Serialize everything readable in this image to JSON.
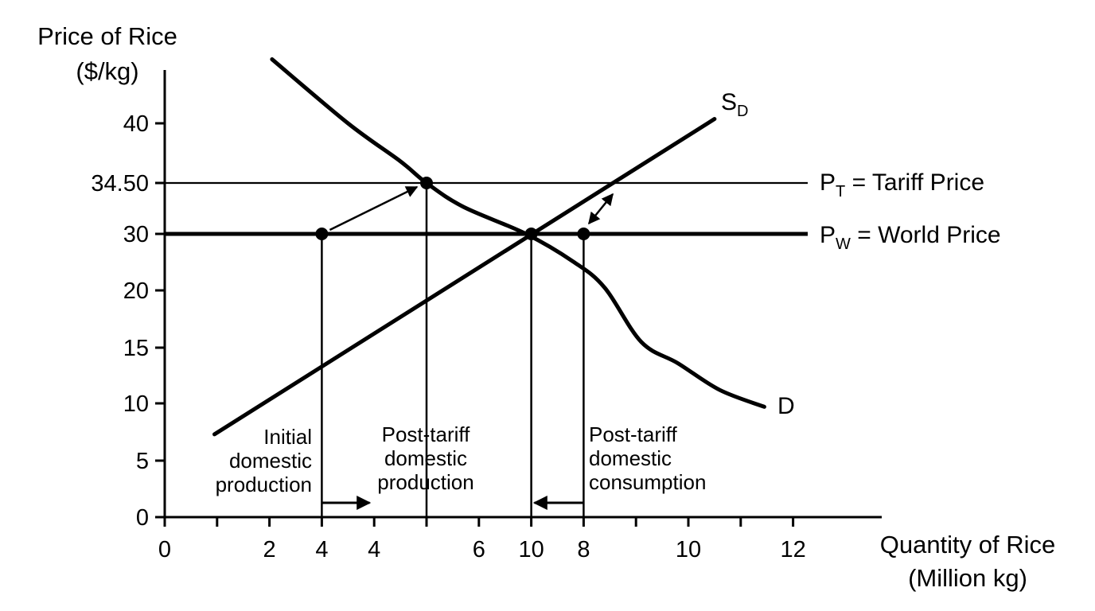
{
  "chart_data": {
    "type": "line",
    "ylabel_lines": [
      "Price of Rice",
      "($/kg)"
    ],
    "xlabel_lines": [
      "Quantity of Rice",
      "(Million kg)"
    ],
    "y_ticks": [
      "0",
      "5",
      "10",
      "15",
      "20",
      "30",
      "34.50",
      "40"
    ],
    "x_ticks": [
      "0",
      "2",
      "4",
      "4",
      "6",
      "10",
      "8",
      "10",
      "12"
    ],
    "series": [
      {
        "name": "D",
        "points": [
          [
            2.05,
            45.9
          ],
          [
            3.5,
            40
          ],
          [
            4.5,
            36.5
          ],
          [
            5,
            34.5
          ],
          [
            5.7,
            32.4
          ],
          [
            6.9,
            30
          ],
          [
            7.8,
            25.1
          ],
          [
            8.4,
            20.5
          ],
          [
            9.1,
            15.5
          ],
          [
            9.8,
            13.6
          ],
          [
            10.6,
            11.2
          ],
          [
            11.45,
            9.7
          ]
        ]
      },
      {
        "name": "S",
        "name_subscript": "D",
        "points": [
          [
            0.95,
            7.3
          ],
          [
            10.5,
            40.4
          ]
        ]
      }
    ],
    "horizontal_lines": [
      {
        "name": "P",
        "name_subscript": "T",
        "label_rest": " = Tariff Price",
        "y": 34.5
      },
      {
        "name": "P",
        "name_subscript": "W",
        "label_rest": " = World Price",
        "y": 30
      }
    ],
    "points": [
      {
        "x": 3,
        "y": 30
      },
      {
        "x": 5,
        "y": 34.5
      },
      {
        "x": 7,
        "y": 30
      },
      {
        "x": 8,
        "y": 30
      }
    ],
    "annotations": [
      {
        "lines": [
          "Initial",
          "domestic",
          "production"
        ]
      },
      {
        "lines": [
          "Post-tariff",
          "domestic",
          "production"
        ]
      },
      {
        "lines": [
          "Post-tariff",
          "domestic",
          "consumption"
        ]
      }
    ],
    "grid": false,
    "legend": "none"
  }
}
